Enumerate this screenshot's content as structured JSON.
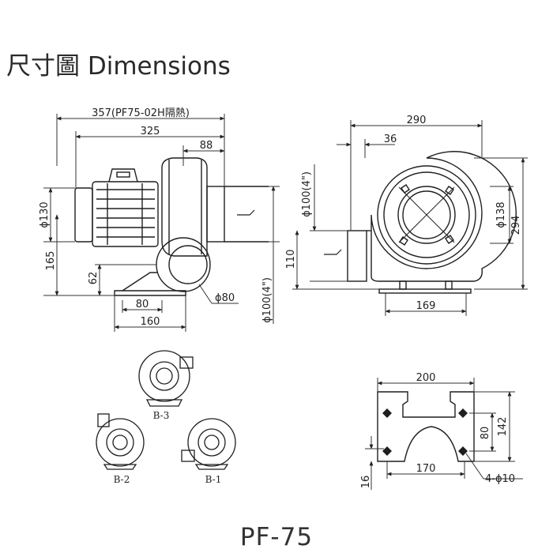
{
  "title": "尺寸圖 Dimensions",
  "model": "PF-75",
  "colors": {
    "line": "#1f1f1f",
    "dim": "#333333",
    "fill": "#ffffff"
  },
  "front_view": {
    "dim_overall_insulated": "357(PF75-02H隔熱)",
    "dim_overall": "325",
    "dim_outlet_offset": "88",
    "dim_motor_dia": "ϕ130",
    "dim_height_center": "165",
    "dim_base_height": "62",
    "dim_base_inner": "80",
    "dim_base_outer": "160",
    "dim_inlet_dia": "ϕ80",
    "dim_outlet_dia": "ϕ100(4\")"
  },
  "side_view": {
    "dim_width": "290",
    "dim_inlet_offset": "36",
    "dim_outlet_dia": "ϕ100(4\")",
    "dim_outlet_height": "110",
    "dim_inner_dia": "ϕ138",
    "dim_total_height": "294",
    "dim_base_width": "169"
  },
  "base_view": {
    "dim_width": "200",
    "dim_hole_spacing": "170",
    "dim_height": "142",
    "dim_hole_vertical": "80",
    "dim_thickness": "16",
    "dim_holes": "4-ϕ10"
  },
  "orientations": {
    "b3": "B-3",
    "b2": "B-2",
    "b1": "B-1"
  }
}
